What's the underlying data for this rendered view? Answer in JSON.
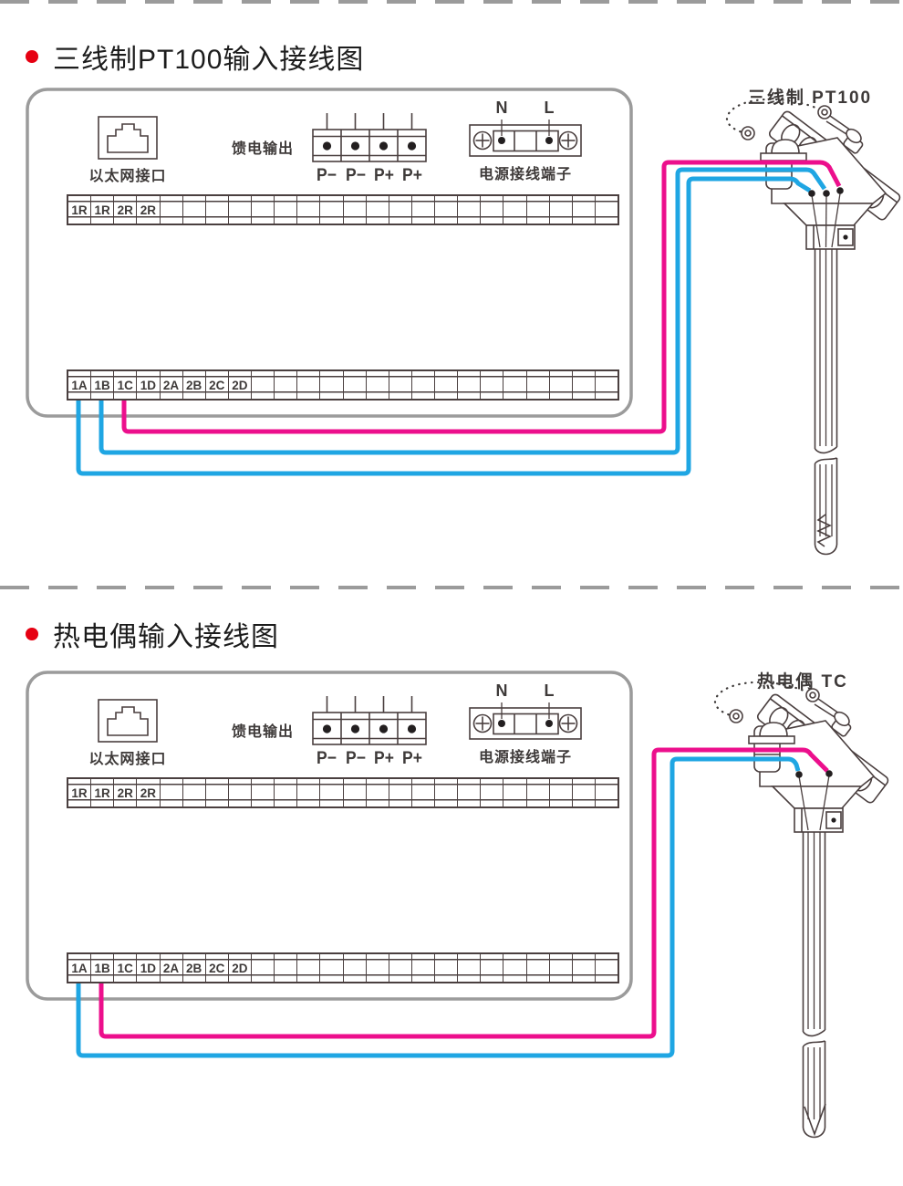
{
  "sections": [
    {
      "title": "三线制PT100输入接线图",
      "sensor_title": "三线制 PT100"
    },
    {
      "title": "热电偶输入接线图",
      "sensor_title": "热电偶 TC"
    }
  ],
  "panel": {
    "ethernet_label": "以太网接口",
    "feed_label": "馈电输出",
    "feed_terminals": [
      "P−",
      "P−",
      "P+",
      "P+"
    ],
    "power_label": "电源接线端子",
    "power_n": "N",
    "power_l": "L",
    "top_strip": [
      "1R",
      "1R",
      "2R",
      "2R"
    ],
    "bottom_strip": [
      "1A",
      "1B",
      "1C",
      "1D",
      "2A",
      "2B",
      "2C",
      "2D"
    ]
  },
  "wiring": {
    "diagram1": [
      {
        "terminal": "1A",
        "color": "blue"
      },
      {
        "terminal": "1B",
        "color": "blue"
      },
      {
        "terminal": "1C",
        "color": "magenta"
      }
    ],
    "diagram2": [
      {
        "terminal": "1A",
        "color": "blue"
      },
      {
        "terminal": "1B",
        "color": "magenta"
      }
    ]
  },
  "colors": {
    "wire_blue": "#1fa6e3",
    "wire_magenta": "#ec0f8c",
    "line": "#4a3f3f",
    "panel_border": "#9b9b9b",
    "bullet": "#e60012"
  }
}
